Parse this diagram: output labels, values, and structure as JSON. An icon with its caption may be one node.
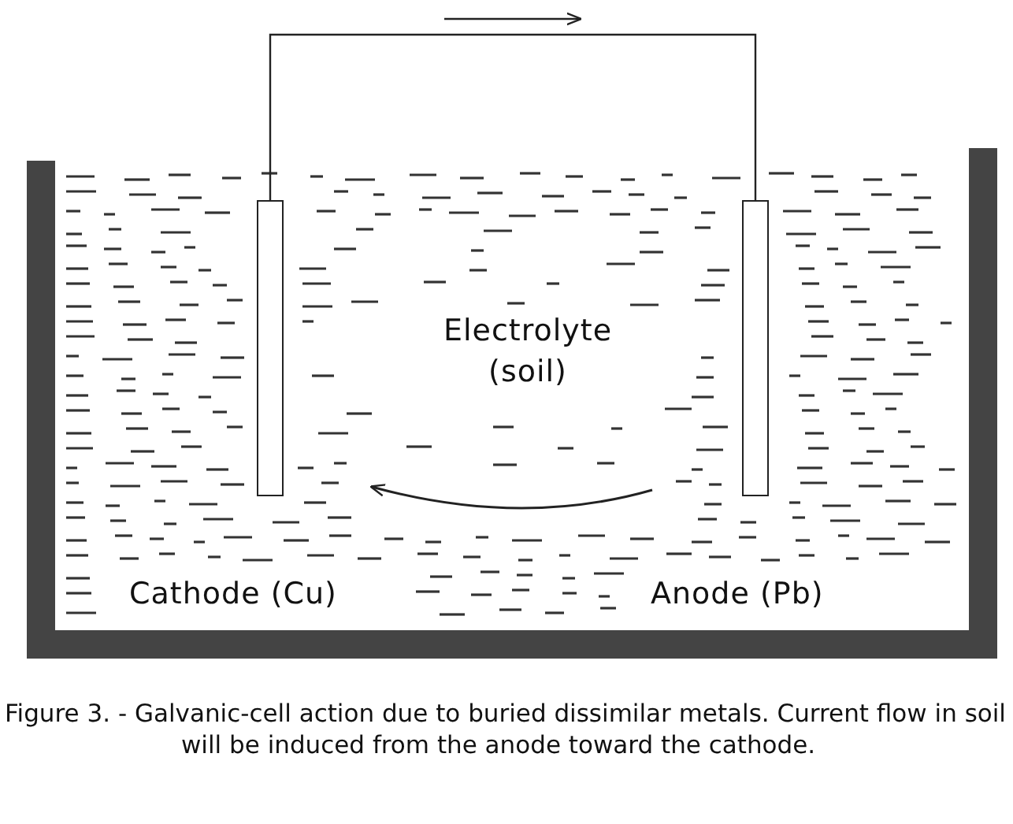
{
  "diagram": {
    "caption": "Figure 3. - Galvanic-cell action due to buried dissimilar metals. Current flow in soil will be induced from the anode toward the cathode.",
    "nodes": [
      {
        "text": [],
        "shape": "bar",
        "beside": [
          "Cathode (Cu)"
        ]
      },
      {
        "text": [],
        "shape": "bar",
        "beside": [
          "Anode (Pb)"
        ]
      }
    ],
    "edges": [
      {
        "from": 0,
        "to": 1,
        "arrow": "none"
      }
    ],
    "labels": [
      "Electrolyte (soil)"
    ]
  }
}
